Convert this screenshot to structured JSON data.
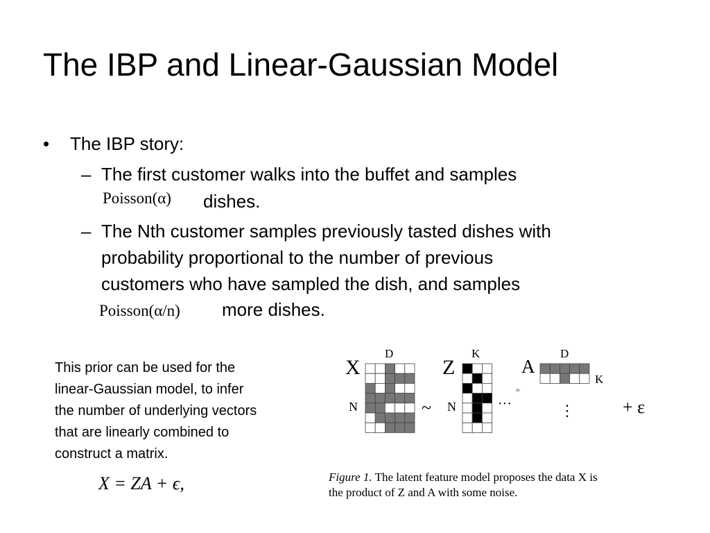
{
  "title": "The IBP and Linear-Gaussian Model",
  "bullet": {
    "marker": "•",
    "text": "The IBP story:",
    "subbullets": [
      {
        "marker": "–",
        "line1": "The first customer walks into the buffet and samples",
        "formula": "Poisson(α)",
        "tail": "dishes."
      },
      {
        "marker": "–",
        "lines": [
          "The Nth customer samples previously tasted dishes with",
          "probability proportional to the number of previous",
          "customers who have sampled the dish, and samples"
        ],
        "formula": "Poisson(α/n)",
        "tail": "more dishes."
      }
    ]
  },
  "side_note": {
    "lines": [
      "This prior can be used for the",
      "linear-Gaussian model, to infer",
      "the number of underlying vectors",
      "that are linearly combined to",
      "construct a matrix."
    ],
    "equation": "X = ZA + ϵ,"
  },
  "figure": {
    "labels": {
      "X": "X",
      "D1": "D",
      "N1": "N",
      "tilde": "~",
      "Z": "Z",
      "K1": "K",
      "N2": "N",
      "dots": "···",
      "star": "*",
      "A": "A",
      "D2": "D",
      "K2": "K",
      "vdots": "⋮",
      "plus": "+ ε"
    },
    "matrices": {
      "X": [
        [
          0,
          0,
          1,
          0,
          0
        ],
        [
          0,
          0,
          1,
          1,
          1
        ],
        [
          1,
          0,
          1,
          0,
          0
        ],
        [
          1,
          1,
          1,
          1,
          1
        ],
        [
          1,
          1,
          0,
          0,
          0
        ],
        [
          0,
          1,
          1,
          1,
          1
        ],
        [
          0,
          0,
          1,
          1,
          1
        ]
      ],
      "Z": [
        [
          1,
          0,
          0
        ],
        [
          0,
          1,
          0
        ],
        [
          1,
          0,
          0
        ],
        [
          0,
          1,
          1
        ],
        [
          0,
          1,
          0
        ],
        [
          0,
          1,
          0
        ],
        [
          0,
          0,
          0
        ]
      ],
      "A": [
        [
          1,
          1,
          1,
          1,
          1
        ],
        [
          0,
          0,
          1,
          0,
          0
        ]
      ]
    },
    "colors": {
      "filled": "#777777",
      "z_filled": "#000000",
      "empty": "#ffffff",
      "grid": "#444444"
    },
    "caption": {
      "label": "Figure 1.",
      "line1": "The latent feature model proposes the data X is",
      "line2": "the product of Z and A with some noise."
    }
  }
}
